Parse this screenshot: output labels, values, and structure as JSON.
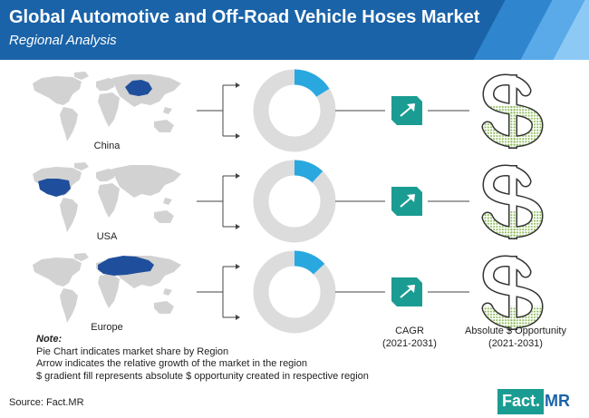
{
  "title": "Global Automotive and Off-Road Vehicle Hoses Market",
  "subtitle": "Regional Analysis",
  "chart_data": {
    "type": "pie",
    "series": [
      {
        "name": "China",
        "share": 0.16,
        "opportunity_fill": 0.58
      },
      {
        "name": "USA",
        "share": 0.12,
        "opportunity_fill": 0.38
      },
      {
        "name": "Europe",
        "share": 0.13,
        "opportunity_fill": 0.32
      }
    ]
  },
  "labels": {
    "cagr": "CAGR",
    "cagr_period": "(2021-2031)",
    "opportunity": "Absolute $ Opportunity",
    "opportunity_period": "(2021-2031)"
  },
  "note": {
    "title": "Note:",
    "lines": [
      "Pie Chart indicates market share by Region",
      "Arrow indicates the relative growth of the market in the region",
      "$ gradient fill represents absolute $ opportunity created in respective region"
    ]
  },
  "source": "Source: Fact.MR",
  "logo": {
    "part1": "Fact.",
    "part2": "MR"
  },
  "colors": {
    "header": "#1a63a8",
    "map_land": "#d2d2d2",
    "highlight": "#1f4f9c",
    "donut_rest": "#dcdcdc",
    "donut_share": "#29a8e0",
    "cagr_box": "#1b9c92",
    "dollar_dots": "#8bbb55"
  },
  "icons": {
    "cagr": "trend-arrow-icon",
    "opportunity": "dollar-sign-icon"
  }
}
